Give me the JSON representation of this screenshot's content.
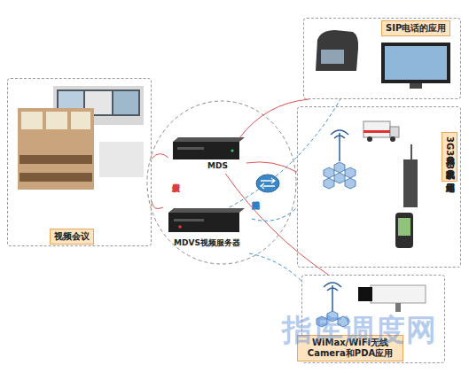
{
  "diagram": {
    "nodes": [
      {
        "text": [
          "视频会议"
        ]
      },
      {
        "text": [
          "MDS"
        ]
      },
      {
        "text": [
          "MDVS视频服务器"
        ]
      },
      {
        "text": [
          "SIP电话的应用"
        ]
      },
      {
        "text": [
          "3G单兵和3G手机及车载3G终端应用"
        ]
      },
      {
        "text": [
          "WiMax/WiFi无线 Camera和PDA应用"
        ]
      }
    ],
    "edges": [
      {
        "from": 0,
        "to": 1,
        "arrow": "none"
      },
      {
        "from": 0,
        "to": 2,
        "arrow": "none"
      },
      {
        "from": 1,
        "to": 3,
        "arrow": "none"
      },
      {
        "from": 1,
        "to": 4,
        "arrow": "none"
      },
      {
        "from": 1,
        "to": 5,
        "arrow": "none"
      },
      {
        "from": 2,
        "to": 3,
        "arrow": "none"
      },
      {
        "from": 2,
        "to": 4,
        "arrow": "none"
      },
      {
        "from": 2,
        "to": 5,
        "arrow": "none"
      }
    ],
    "labels": [
      "会议应用",
      "转码应用",
      "指库调度网"
    ]
  }
}
